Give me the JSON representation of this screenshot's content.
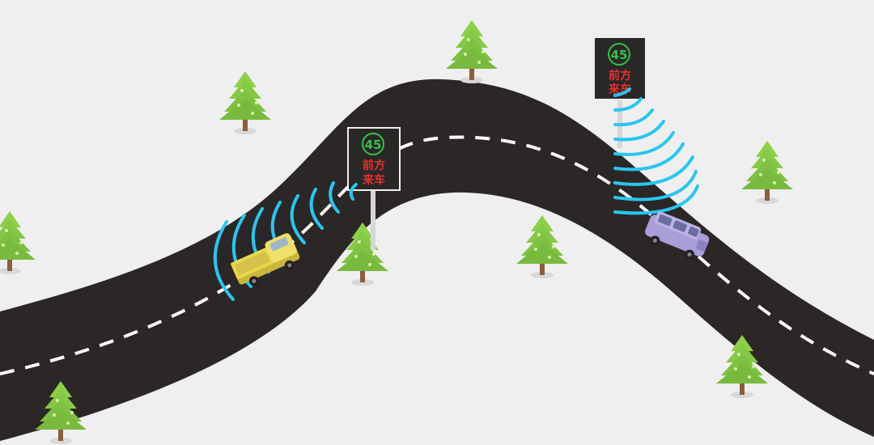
{
  "scene": {
    "background_color": "#efefef",
    "road_color": "#2b2726",
    "lane_marking_color": "#ffffff",
    "radar_wave_color": "#29c6ef"
  },
  "signs": [
    {
      "speed": "45",
      "line1": "前方",
      "line2": "来车",
      "speed_color": "#35c14a",
      "text_color": "#e9312f",
      "panel_color": "#2a2727"
    },
    {
      "speed": "45",
      "line1": "前方",
      "line2": "来车",
      "speed_color": "#35c14a",
      "text_color": "#e9312f",
      "panel_color": "#2a2727"
    }
  ],
  "vehicles": [
    {
      "type": "pickup-truck",
      "color": "#e9d64a"
    },
    {
      "type": "suv",
      "color": "#a99ed8"
    }
  ],
  "trees": {
    "color_light": "#8fd04b",
    "color_dark": "#6fb83a",
    "trunk_color": "#8b5e3c"
  }
}
